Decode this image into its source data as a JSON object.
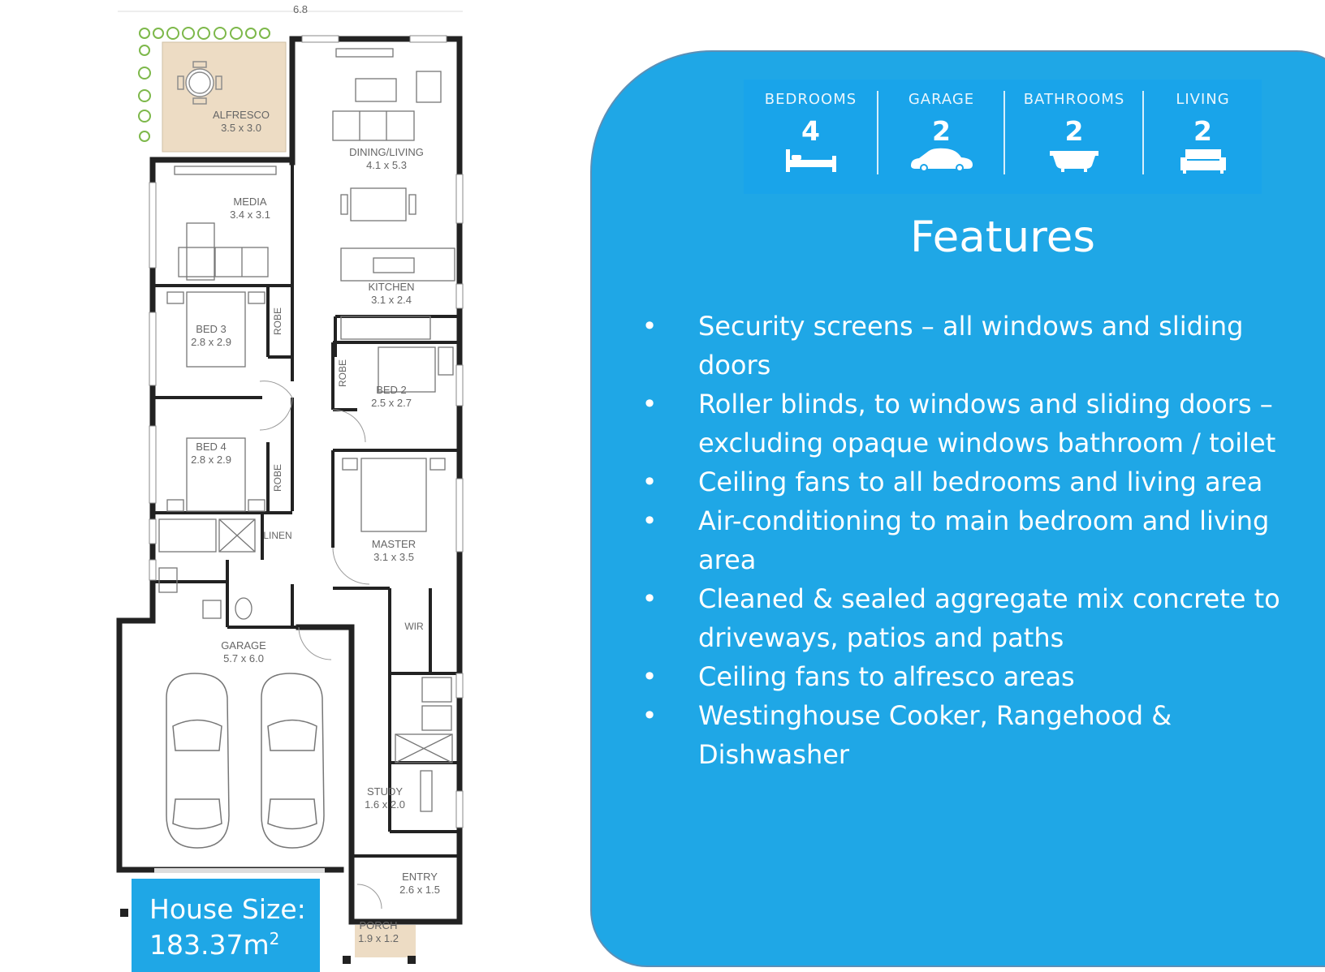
{
  "plan": {
    "top_dimension": "6.8",
    "rooms": [
      {
        "name": "ALFRESCO",
        "size": "3.5 x 3.0"
      },
      {
        "name": "DINING/LIVING",
        "size": "4.1 x 5.3"
      },
      {
        "name": "MEDIA",
        "size": "3.4 x 3.1"
      },
      {
        "name": "KITCHEN",
        "size": "3.1 x 2.4"
      },
      {
        "name": "BED 3",
        "size": "2.8 x 2.9"
      },
      {
        "name": "BED 2",
        "size": "2.5 x 2.7"
      },
      {
        "name": "BED 4",
        "size": "2.8 x 2.9"
      },
      {
        "name": "MASTER",
        "size": "3.1 x 3.5"
      },
      {
        "name": "GARAGE",
        "size": "5.7 x 6.0"
      },
      {
        "name": "STUDY",
        "size": "1.6 x 2.0"
      },
      {
        "name": "ENTRY",
        "size": "2.6 x 1.5"
      },
      {
        "name": "PORCH",
        "size": "1.9 x 1.2"
      }
    ],
    "small_labels": [
      "ROBE",
      "ROBE",
      "ROBE",
      "LINEN",
      "WIR"
    ]
  },
  "house_size": {
    "label": "House Size:",
    "value": "183.37m",
    "sup": "2"
  },
  "stats": [
    {
      "label": "BEDROOMS",
      "value": "4",
      "icon": "bed-icon"
    },
    {
      "label": "GARAGE",
      "value": "2",
      "icon": "car-icon"
    },
    {
      "label": "BATHROOMS",
      "value": "2",
      "icon": "bathtub-icon"
    },
    {
      "label": "LIVING",
      "value": "2",
      "icon": "sofa-icon"
    }
  ],
  "features": {
    "title": "Features",
    "items": [
      "Security screens – all windows and sliding doors",
      "Roller blinds, to windows and sliding doors – excluding opaque windows bathroom / toilet",
      "Ceiling fans to all bedrooms and living area",
      "Air-conditioning to main bedroom and living area",
      "Cleaned & sealed aggregate mix concrete to driveways, patios and paths",
      "Ceiling fans to alfresco areas",
      "Westinghouse Cooker, Rangehood & Dishwasher"
    ],
    "bullet": "•"
  },
  "colors": {
    "panel": "#1fa7e6",
    "stats_bar": "#19a4ea",
    "wall": "#222222",
    "deck": "#eddcc4",
    "greenery": "#8dc63f"
  }
}
